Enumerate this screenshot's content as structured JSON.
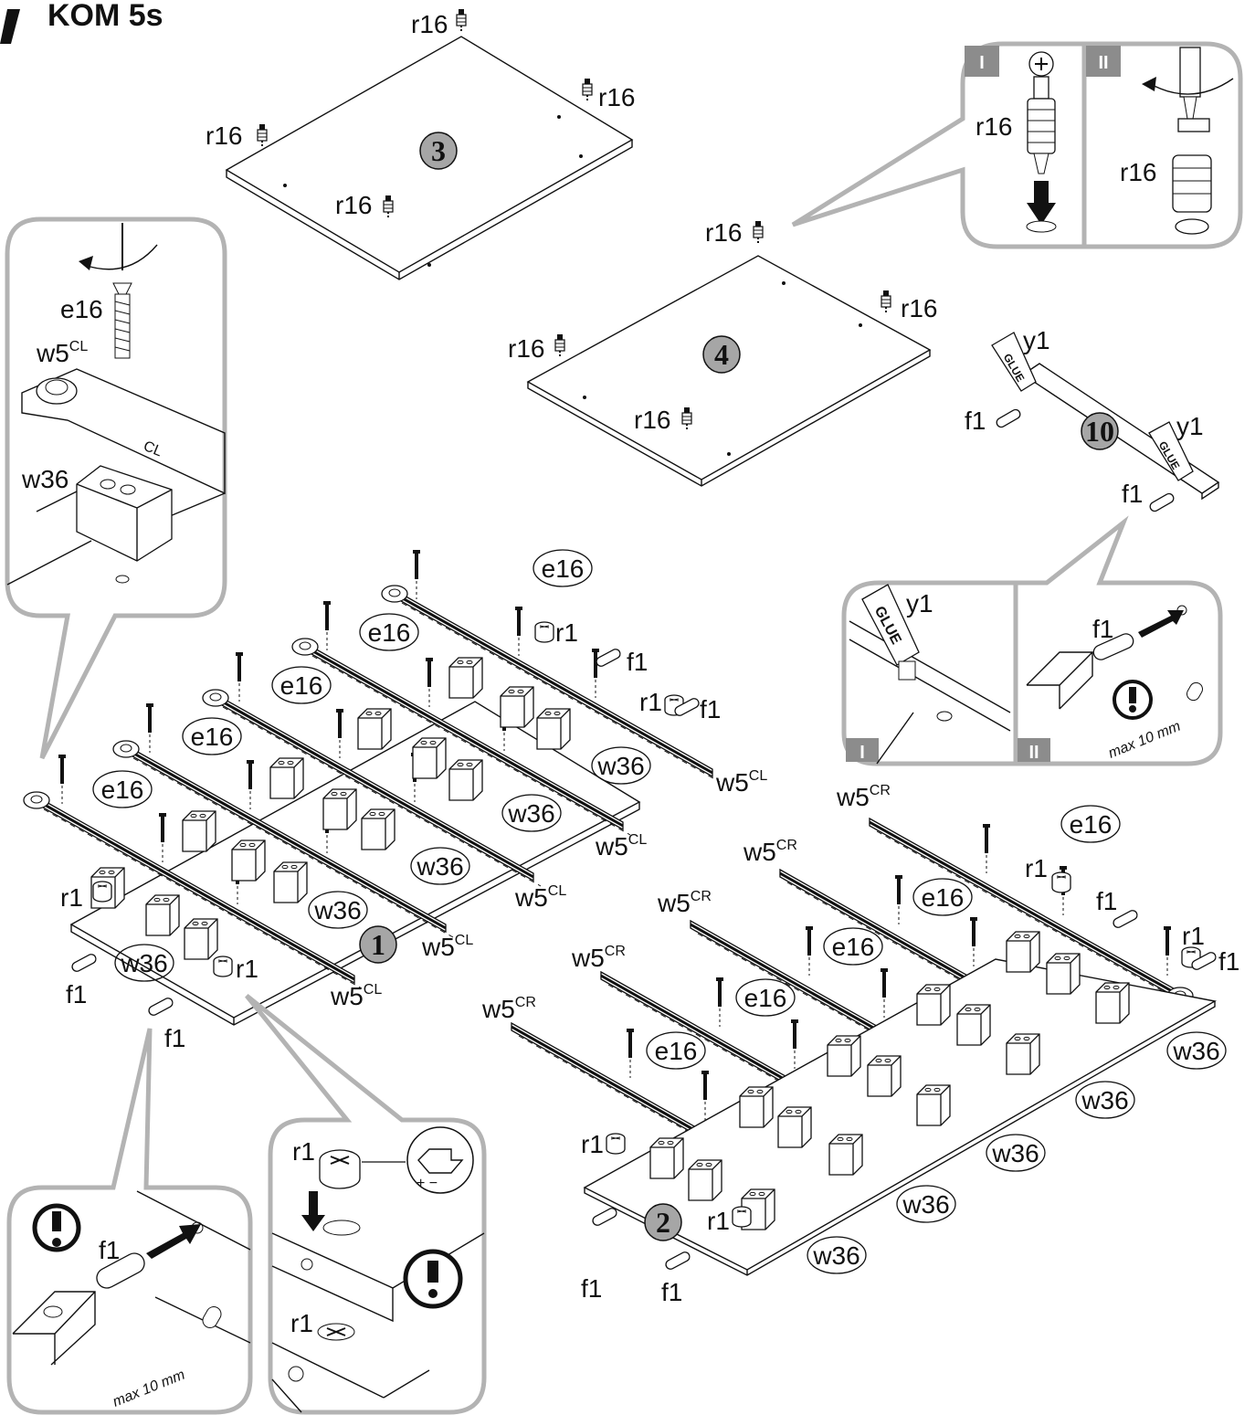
{
  "header": {
    "title": "KOM 5s"
  },
  "colors": {
    "bubble_border": "#b3b3b3",
    "badge_fill": "#a6a6a6",
    "ink": "#111111"
  },
  "icons": [
    "exclamation-icon",
    "screwdriver-icon",
    "rotate-arrow-icon",
    "push-arrow-icon"
  ],
  "panels": {
    "p1": "1",
    "p2": "2",
    "p3": "3",
    "p4": "4",
    "p10": "10"
  },
  "parts": {
    "r16": "r16",
    "r1": "r1",
    "e16": "e16",
    "f1": "f1",
    "w36": "w36",
    "y1": "y1",
    "w5_base": "w5",
    "cl": "CL",
    "cr": "CR"
  },
  "steps": {
    "one": "I",
    "two": "II"
  },
  "notes": {
    "max": "max 10 mm",
    "glue": "GLUE"
  }
}
